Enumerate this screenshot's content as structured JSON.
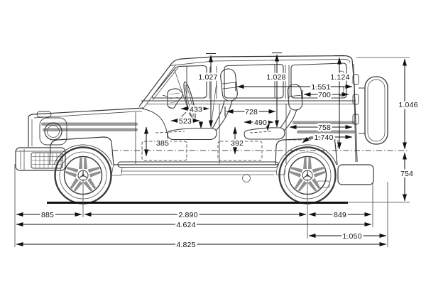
{
  "diagram": {
    "subject": "SUV side-view engineering dimension drawing",
    "background_color": "#ffffff",
    "body_line_color": "#3a3a3a",
    "dimension_line_color": "#111111",
    "molding_color": "#9a9a9a"
  },
  "dimensions": {
    "front_headroom": "1.027",
    "rear_headroom": "1.028",
    "cargo_headroom": "1.124",
    "headrest_to_tailgate_upper": "1.551",
    "headrest_to_tailgate_lower": "700",
    "steering_to_seatback": "433",
    "front_seat_depth": "523",
    "seatback_to_seatback": "728",
    "rear_seat_depth": "490",
    "front_seat_height": "385",
    "rear_seat_height": "392",
    "load_floor_length": "758",
    "load_length_max": "1.740",
    "body_upper_height": "1.046",
    "sill_height": "754",
    "front_overhang": "885",
    "wheelbase": "2.890",
    "rear_overhang": "849",
    "length_without_spare": "4.624",
    "rear_axle_to_end": "1.050",
    "overall_length": "4.825"
  }
}
